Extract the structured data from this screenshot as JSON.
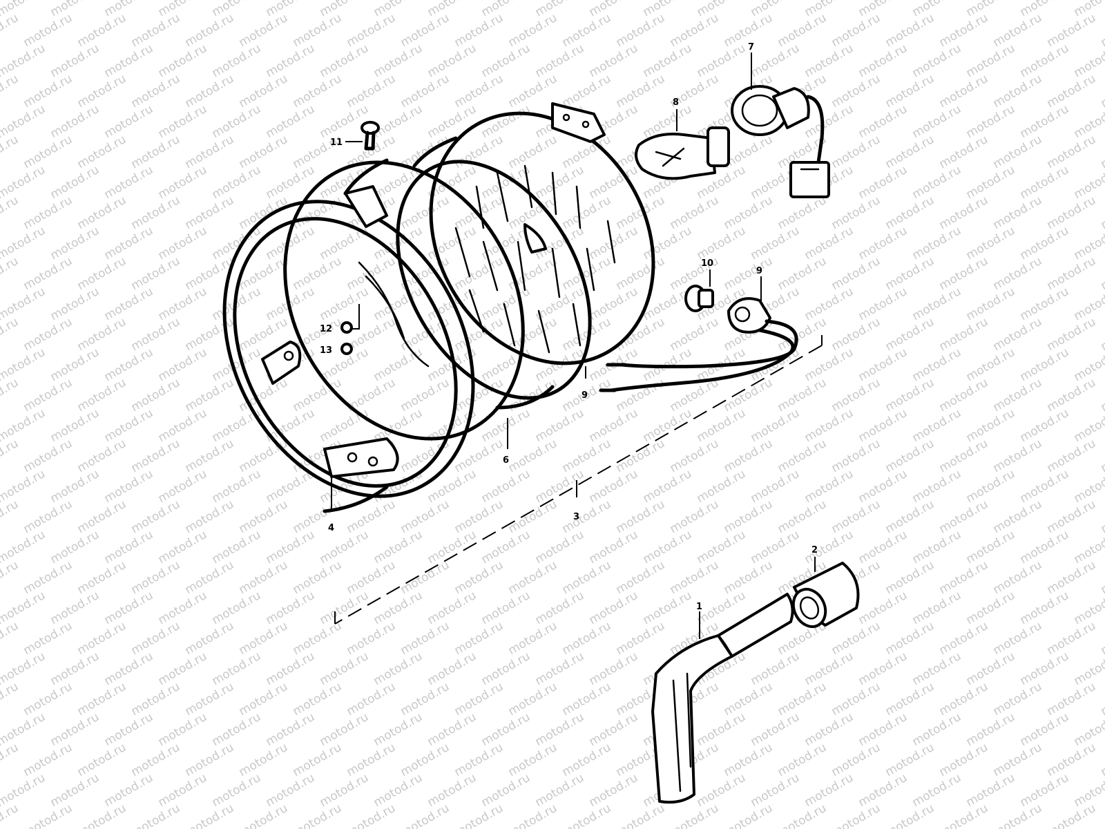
{
  "watermark": {
    "text": "motod.ru",
    "color": "#c8c8c8"
  },
  "callouts": [
    {
      "id": "1",
      "label": "1"
    },
    {
      "id": "2",
      "label": "2"
    },
    {
      "id": "3",
      "label": "3"
    },
    {
      "id": "4",
      "label": "4"
    },
    {
      "id": "6",
      "label": "6"
    },
    {
      "id": "7",
      "label": "7"
    },
    {
      "id": "8",
      "label": "8"
    },
    {
      "id": "9a",
      "label": "9"
    },
    {
      "id": "9b",
      "label": "9"
    },
    {
      "id": "10",
      "label": "10"
    },
    {
      "id": "11",
      "label": "11"
    },
    {
      "id": "12",
      "label": "12"
    },
    {
      "id": "13",
      "label": "13"
    }
  ],
  "parts": [
    {
      "name": "headlight-rim"
    },
    {
      "name": "headlight-unit"
    },
    {
      "name": "headlight-bulb"
    },
    {
      "name": "bulb-socket"
    },
    {
      "name": "position-bulb"
    },
    {
      "name": "position-socket"
    },
    {
      "name": "screw"
    },
    {
      "name": "spark-plug-cap"
    },
    {
      "name": "cap-seal"
    }
  ],
  "colors": {
    "line": "#000000",
    "background": "#ffffff"
  }
}
